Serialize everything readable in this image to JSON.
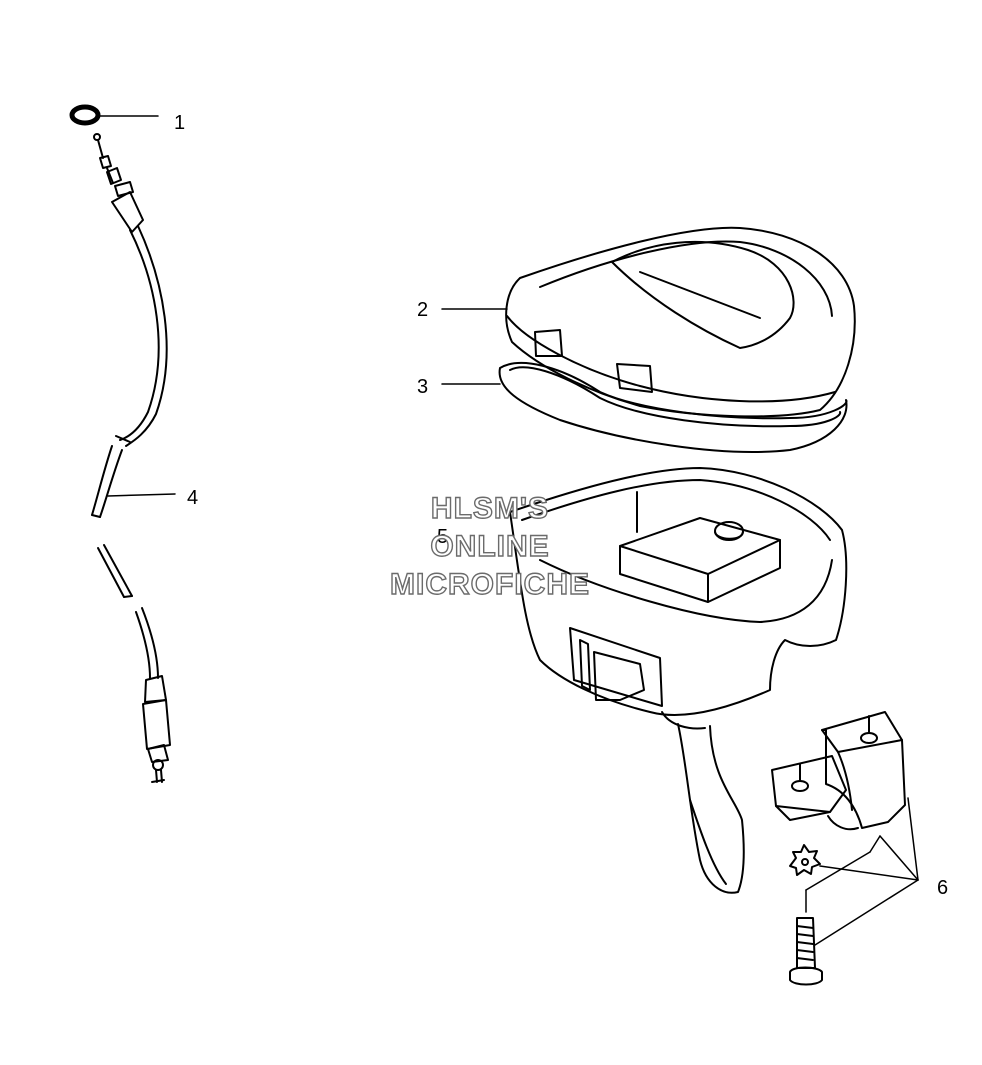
{
  "callouts": {
    "c1": "1",
    "c2": "2",
    "c3": "3",
    "c4": "4",
    "c5": "5",
    "c6": "6"
  },
  "watermark": {
    "line1": "HLSM'S",
    "line2": "ONLINE",
    "line3": "MICROFICHE"
  },
  "colors": {
    "ink": "#000000",
    "paper": "#ffffff",
    "watermark_outline": "#6b6b6b"
  }
}
